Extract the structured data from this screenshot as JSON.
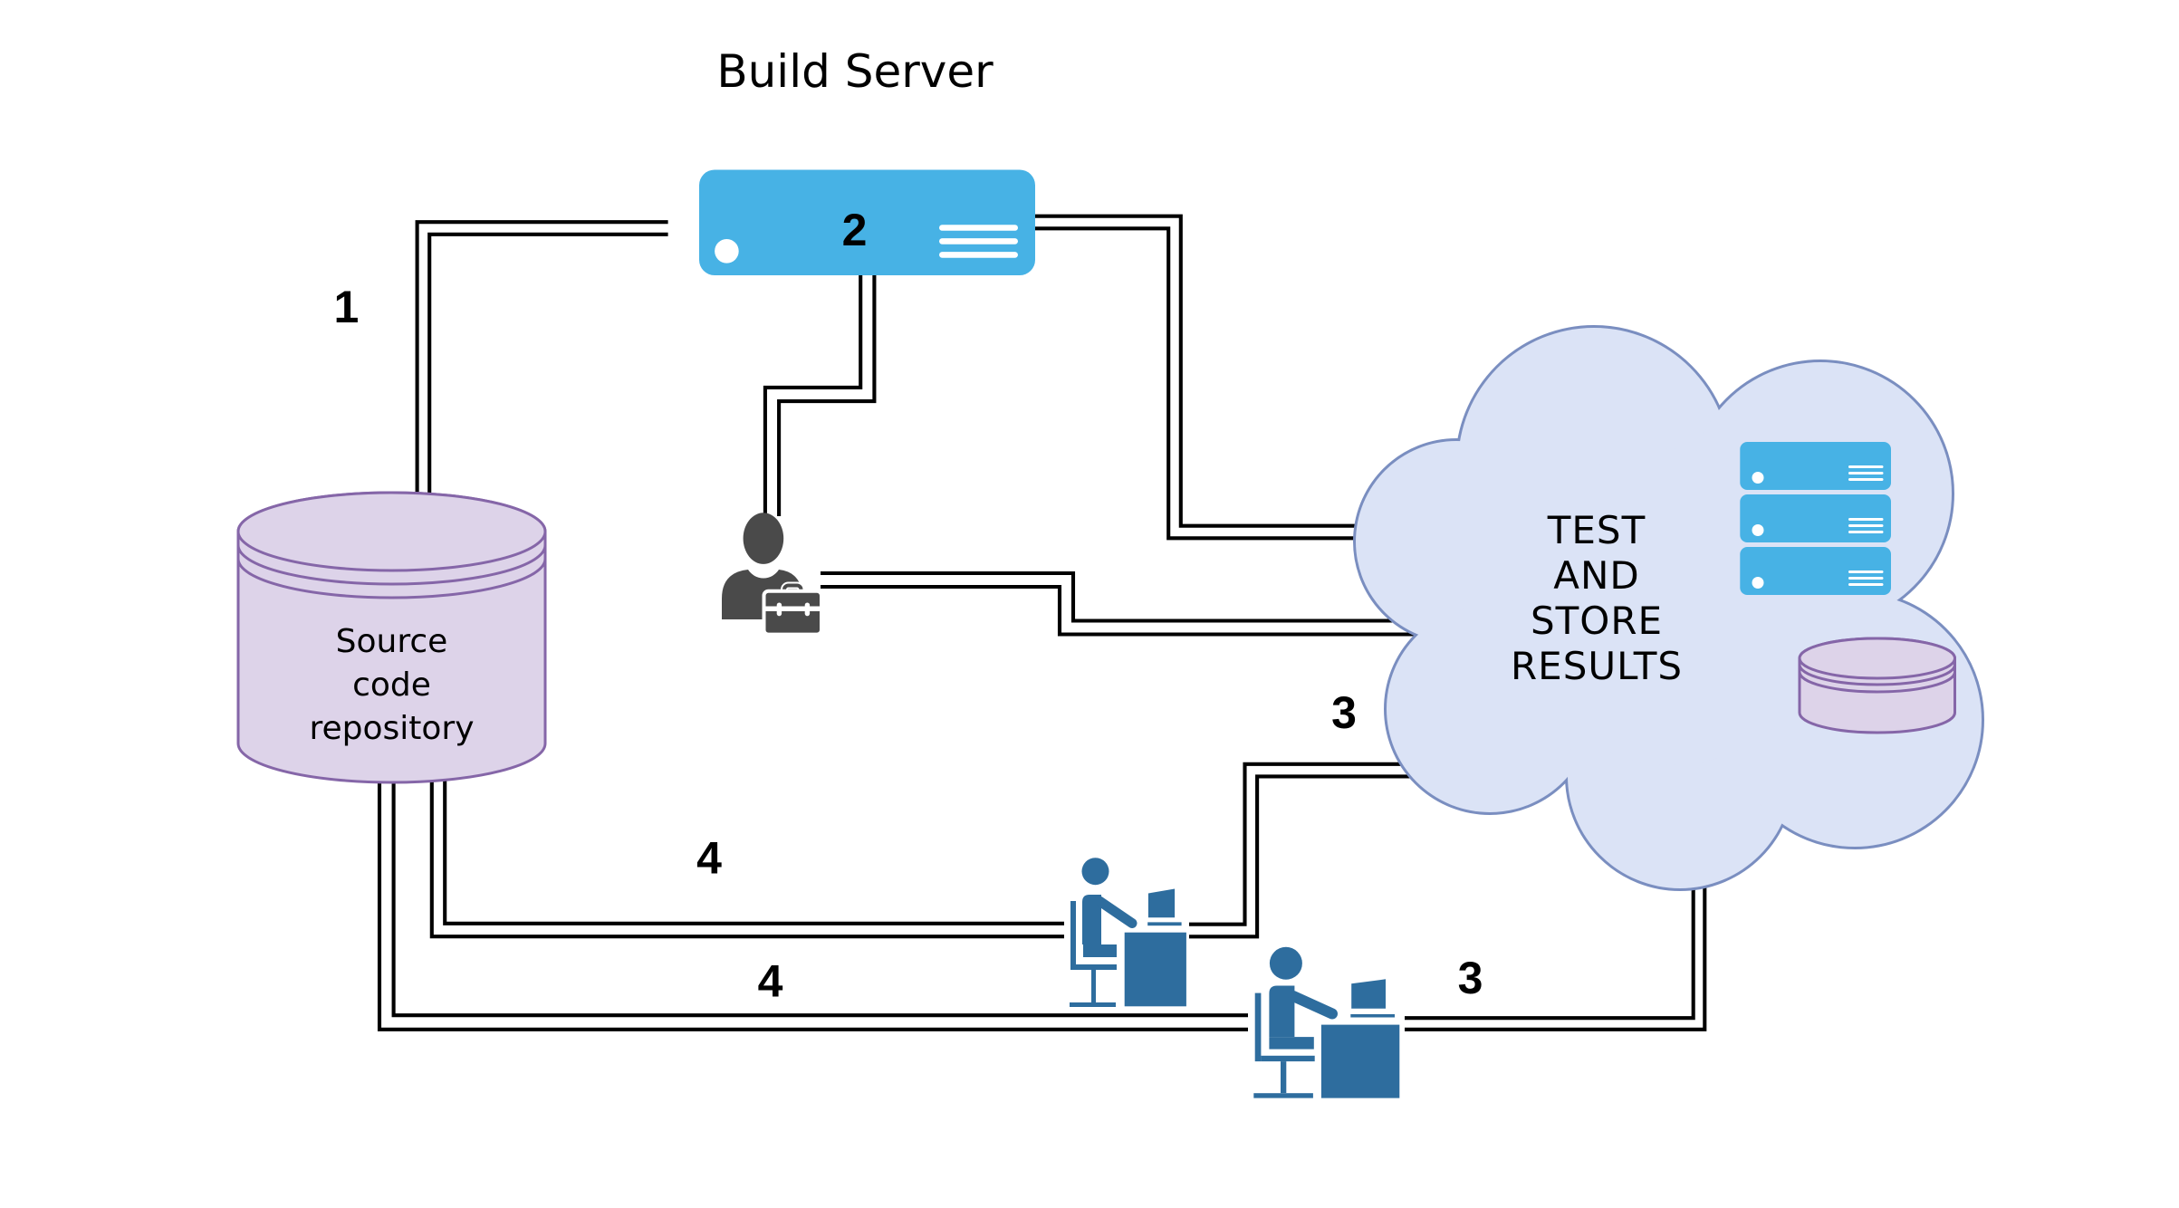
{
  "diagram": {
    "title": "Build Server",
    "nodes": {
      "source_repo": {
        "type": "database-cylinder",
        "label_lines": [
          "Source",
          "code",
          "repository"
        ],
        "fill": "#ddd3e9",
        "stroke": "#8566a8"
      },
      "build_server": {
        "type": "server",
        "step_label": "2",
        "fill": "#47b2e5"
      },
      "developer": {
        "type": "person-with-briefcase",
        "fill": "#4a4a4a"
      },
      "cloud": {
        "type": "cloud",
        "label_lines": [
          "TEST",
          "AND",
          "STORE",
          "RESULTS"
        ],
        "fill": "#dbe3f6",
        "stroke": "#7a8ec0",
        "contains": {
          "server_rack": {
            "type": "server-stack",
            "count": 3,
            "fill": "#47b2e5"
          },
          "results_db": {
            "type": "database-cylinder",
            "fill": "#ddd3e9",
            "stroke": "#8566a8"
          }
        }
      },
      "tester_1": {
        "type": "person-at-desk",
        "fill": "#2e6d9e"
      },
      "tester_2": {
        "type": "person-at-desk",
        "fill": "#2e6d9e"
      }
    },
    "step_labels": {
      "s1": "1",
      "s2": "2",
      "s3a": "3",
      "s3b": "3",
      "s4a": "4",
      "s4b": "4"
    },
    "connections": [
      {
        "id": "c1",
        "from": "source_repo",
        "to": "build_server",
        "step": "1",
        "style": "double-line"
      },
      {
        "id": "c2",
        "from": "build_server",
        "to": "developer",
        "step": "2",
        "style": "double-line"
      },
      {
        "id": "c3",
        "from": "build_server",
        "to": "cloud",
        "step": "2",
        "style": "double-line"
      },
      {
        "id": "c4",
        "from": "developer",
        "to": "cloud",
        "style": "double-line"
      },
      {
        "id": "c5",
        "from": "cloud",
        "to": "tester_1",
        "step": "3",
        "style": "double-line"
      },
      {
        "id": "c6",
        "from": "source_repo",
        "to": "tester_1",
        "step": "4",
        "style": "double-line"
      },
      {
        "id": "c7",
        "from": "source_repo",
        "to": "tester_2",
        "step": "4",
        "style": "double-line"
      },
      {
        "id": "c8",
        "from": "cloud",
        "to": "tester_2",
        "step": "3",
        "style": "double-line"
      }
    ],
    "colors": {
      "server_blue": "#47b2e5",
      "person_gray": "#4a4a4a",
      "worker_blue": "#2e6d9e",
      "cloud_fill": "#dbe3f6",
      "cloud_stroke": "#7a8ec0",
      "db_fill": "#ddd3e9",
      "db_stroke": "#8566a8",
      "line_black": "#000000",
      "background": "#ffffff"
    }
  }
}
